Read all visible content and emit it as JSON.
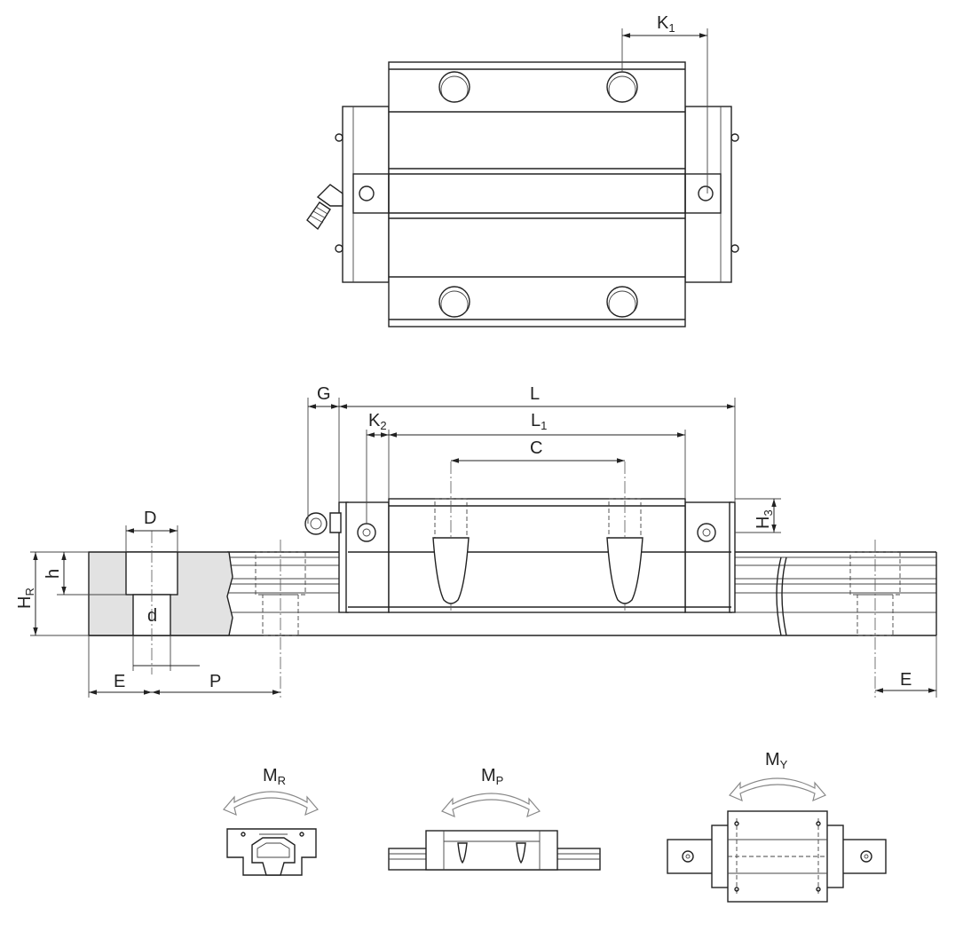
{
  "labels": {
    "K1": {
      "main": "K",
      "sub": "1"
    },
    "G": {
      "main": "G"
    },
    "L": {
      "main": "L"
    },
    "K2": {
      "main": "K",
      "sub": "2"
    },
    "L1": {
      "main": "L",
      "sub": "1"
    },
    "C": {
      "main": "C"
    },
    "H3": {
      "main": "H",
      "sub": "3"
    },
    "D": {
      "main": "D"
    },
    "h": {
      "main": "h"
    },
    "HR": {
      "main": "H",
      "sub": "R"
    },
    "d": {
      "main": "d"
    },
    "E_left": {
      "main": "E"
    },
    "P": {
      "main": "P"
    },
    "E_right": {
      "main": "E"
    },
    "MR": {
      "main": "M",
      "sub": "R"
    },
    "MP": {
      "main": "M",
      "sub": "P"
    },
    "MY": {
      "main": "M",
      "sub": "Y"
    }
  },
  "colors": {
    "line": "#222222",
    "section_fill": "#e2e2e2",
    "moment_arrow_outline": "#888888"
  }
}
